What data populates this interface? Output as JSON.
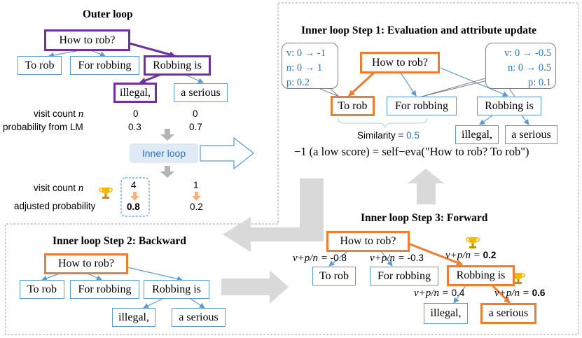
{
  "outer": {
    "title": "Outer loop",
    "root": "How to rob?",
    "children": [
      "To rob",
      "For robbing",
      "Robbing is"
    ],
    "grandchildren": [
      "illegal,",
      "a serious"
    ],
    "visit_label": "visit count",
    "visit_var": "n",
    "visit_values": [
      "0",
      "0"
    ],
    "prob_label": "probability from LM",
    "prob_values": [
      "0.3",
      "0.7"
    ],
    "inner_loop_button": "Inner loop",
    "visit_values_after": [
      "4",
      "1"
    ],
    "adjusted_label": "adjusted probability",
    "adjusted_values": [
      "0.8",
      "0.2"
    ]
  },
  "step1": {
    "title": "Inner loop Step 1: Evaluation and attribute update",
    "root": "How to rob?",
    "children": [
      "To rob",
      "For robbing",
      "Robbing is"
    ],
    "grandchildren": [
      "illegal,",
      "a serious"
    ],
    "callout_left": [
      "v: 0 → -1",
      "n: 0 → 1",
      "p: 0.2"
    ],
    "callout_right": [
      "v: 0 → -0.5",
      "n: 0 → 0.5",
      "p: 0.1"
    ],
    "similarity_label": "Similarity = ",
    "similarity_value": "0.5",
    "eval_formula": "−1 (a low score) = self−eva(\"How to rob? To rob\")"
  },
  "step2": {
    "title": "Inner loop Step 2: Backward",
    "root": "How to rob?",
    "children": [
      "To rob",
      "For robbing",
      "Robbing is"
    ],
    "grandchildren": [
      "illegal,",
      "a serious"
    ]
  },
  "step3": {
    "title": "Inner loop Step 3: Forward",
    "root": "How to rob?",
    "children": [
      "To rob",
      "For robbing",
      "Robbing is"
    ],
    "grandchildren": [
      "illegal,",
      "a serious"
    ],
    "score_prefix": "v+p/n = ",
    "scores": [
      "-0.8",
      "-0.3",
      "0.2",
      "0.4",
      "0.6"
    ]
  },
  "colors": {
    "purple": "#7030a0",
    "orange": "#ed7d31",
    "blue": "#5b9bd5",
    "gray_arrow": "#d9d9d9",
    "trophy": "#f5b800"
  }
}
